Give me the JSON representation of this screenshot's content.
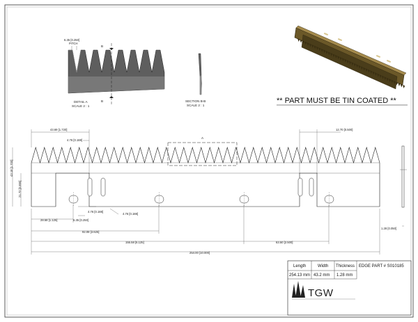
{
  "note": "** PART MUST BE TIN COATED **",
  "detail_a": {
    "label": "DETAIL A",
    "scale": "SCALE 2 : 1",
    "pitch_dim": "6.35 [0.250]",
    "pitch_label": "PITCH",
    "section_marker": "B"
  },
  "section_bb": {
    "label": "SECTION B-B",
    "scale": "SCALE 2 : 1"
  },
  "callout_a": "A",
  "dimensions": {
    "d1": "43.69 [1.720]",
    "d2": "4.76 [0.188]",
    "d3": "12.70 [0.500]",
    "d4": "43.18 [1.700]",
    "d5": "21.72 [0.855]",
    "d6": "4.76 [0.188]",
    "d7": "6.35 [0.250]",
    "d8": "28.58 [1.125]",
    "d9": "4.76 [0.188]",
    "d10": "92.08 [3.625]",
    "d11": "155.58 [6.125]",
    "d12": "63.50 [2.500]",
    "d13": "254.00 [10.000]",
    "d14": "1.28 [0.050]"
  },
  "title_block": {
    "headers": [
      "Length",
      "Width",
      "Thickness"
    ],
    "values": [
      "254.13 mm",
      "43.2 mm",
      "1.28 mm"
    ],
    "part_number": "EDGE PART # S010185",
    "logo_text": "TGW"
  },
  "colors": {
    "line": "#222222",
    "render_dark": "#4a3d1a",
    "render_light": "#8a7440",
    "detail_fill": "#5a5a5a"
  }
}
